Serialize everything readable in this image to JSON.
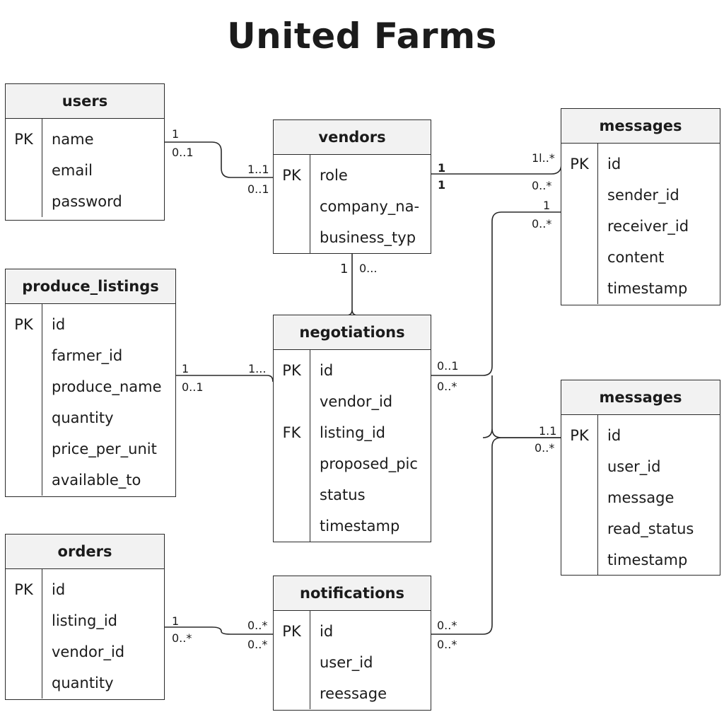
{
  "title": "United Farms",
  "entities": {
    "users": {
      "name": "users",
      "rows": [
        {
          "key": "PK",
          "attr": "name"
        },
        {
          "key": "",
          "attr": "email"
        },
        {
          "key": "",
          "attr": "password"
        }
      ]
    },
    "vendors": {
      "name": "vendors",
      "rows": [
        {
          "key": "PK",
          "attr": "role"
        },
        {
          "key": "",
          "attr": "company_na-"
        },
        {
          "key": "",
          "attr": "business_typ"
        }
      ]
    },
    "messages_top": {
      "name": "messages",
      "rows": [
        {
          "key": "PK",
          "attr": "id"
        },
        {
          "key": "",
          "attr": "sender_id"
        },
        {
          "key": "",
          "attr": "receiver_id"
        },
        {
          "key": "",
          "attr": "content"
        },
        {
          "key": "",
          "attr": "timestamp"
        }
      ]
    },
    "produce_listings": {
      "name": "produce_listings",
      "rows": [
        {
          "key": "PK",
          "attr": "id"
        },
        {
          "key": "",
          "attr": "farmer_id"
        },
        {
          "key": "",
          "attr": "produce_name"
        },
        {
          "key": "",
          "attr": "quantity"
        },
        {
          "key": "",
          "attr": "price_per_unit"
        },
        {
          "key": "",
          "attr": "available_to"
        }
      ]
    },
    "negotiations": {
      "name": "negotiations",
      "rows": [
        {
          "key": "PK",
          "attr": "id"
        },
        {
          "key": "",
          "attr": "vendor_id"
        },
        {
          "key": "FK",
          "attr": "listing_id"
        },
        {
          "key": "",
          "attr": "proposed_pic"
        },
        {
          "key": "",
          "attr": "status"
        },
        {
          "key": "",
          "attr": "timestamp"
        }
      ]
    },
    "messages_bottom": {
      "name": "messages",
      "rows": [
        {
          "key": "PK",
          "attr": "id"
        },
        {
          "key": "",
          "attr": "user_id"
        },
        {
          "key": "",
          "attr": "message"
        },
        {
          "key": "",
          "attr": "read_status"
        },
        {
          "key": "",
          "attr": "timestamp"
        }
      ]
    },
    "orders": {
      "name": "orders",
      "rows": [
        {
          "key": "PK",
          "attr": "id"
        },
        {
          "key": "",
          "attr": "listing_id"
        },
        {
          "key": "",
          "attr": "vendor_id"
        },
        {
          "key": "",
          "attr": "quantity"
        }
      ]
    },
    "notifications": {
      "name": "notifications",
      "rows": [
        {
          "key": "PK",
          "attr": "id"
        },
        {
          "key": "",
          "attr": "user_id"
        },
        {
          "key": "",
          "attr": "reessage"
        }
      ]
    }
  },
  "cardinalities": {
    "users_vendors_a": "1",
    "users_vendors_b": "0..1",
    "users_vendors_c": "1..1",
    "users_vendors_d": "0..1",
    "vendors_messages_a": "1",
    "vendors_messages_b": "1",
    "vendors_messages_c": "1l..*",
    "vendors_messages_d": "0..*",
    "neg_messages_a": "1",
    "neg_messages_b": "0..*",
    "vendors_neg_a": "1",
    "vendors_neg_b": "0...",
    "produce_neg_a": "1",
    "produce_neg_b": "0..1",
    "produce_neg_c": "1...",
    "neg_right_a": "0..1",
    "neg_right_b": "0..*",
    "messages_bottom_a": "1.1",
    "messages_bottom_b": "0..*",
    "orders_notif_a": "1",
    "orders_notif_b": "0..*",
    "orders_notif_c": "0..*",
    "orders_notif_d": "0..*",
    "notif_right_a": "0..*",
    "notif_right_b": "0..*"
  }
}
